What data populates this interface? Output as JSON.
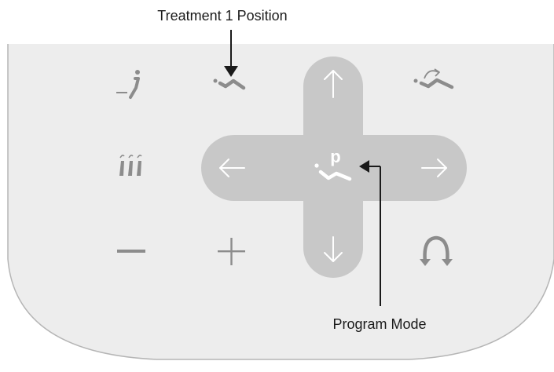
{
  "callouts": {
    "top_label": "Treatment 1 Position",
    "bottom_label": "Program Mode"
  },
  "keypad": {
    "center_letter": "p",
    "left_buttons": [
      "seat-position-icon",
      "treatment-1-position-icon",
      "heat-warmer-icon",
      "minus-icon",
      "plus-icon"
    ],
    "right_buttons": [
      "treatment-2-position-icon",
      "cycle-rotate-icon"
    ],
    "dpad": [
      "arrow-up-icon",
      "arrow-left-icon",
      "arrow-right-icon",
      "arrow-down-icon"
    ]
  },
  "colors": {
    "panel": "#ededed",
    "panel_border": "#b5b5b5",
    "dpad": "#c8c8c8",
    "icon_gray": "#8c8c8c",
    "icon_white": "#ffffff",
    "callout": "#1a1a1a"
  }
}
